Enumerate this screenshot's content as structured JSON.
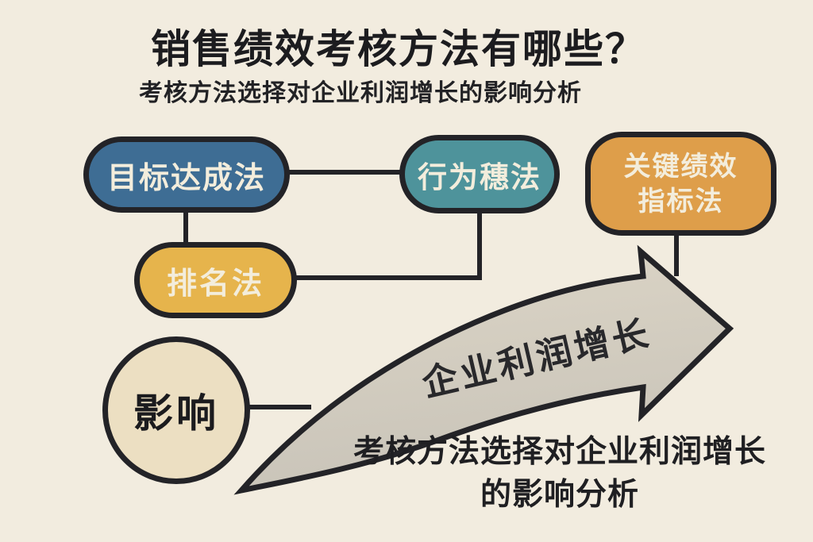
{
  "palette": {
    "background": "#f2ecdf",
    "outline": "#232327",
    "node_text": "#f3eddc",
    "goal_blue": "#3e6d94",
    "behavior_teal": "#4e939b",
    "kpi_orange": "#de9e4a",
    "ranking_yellow": "#e6b44c",
    "impact_tan": "#ecdfc2",
    "arrow_gray_light": "#d9d3c6",
    "arrow_gray_dark": "#c9c4b9"
  },
  "header": {
    "title": "销售绩效考核方法有哪些？",
    "subtitle": "考核方法选择对企业利润增长的影响分析"
  },
  "nodes": {
    "goal": {
      "label": "目标达成法"
    },
    "behavior": {
      "label": "行为穗法"
    },
    "kpi": {
      "line1": "关键绩效",
      "line2": "指标法"
    },
    "ranking": {
      "label": "排名法"
    },
    "impact": {
      "label": "影响"
    }
  },
  "arrow": {
    "label": "企业利润增长"
  },
  "footer": {
    "line1": "考核方法选择对企业利润增长",
    "line2": "的影响分析"
  }
}
